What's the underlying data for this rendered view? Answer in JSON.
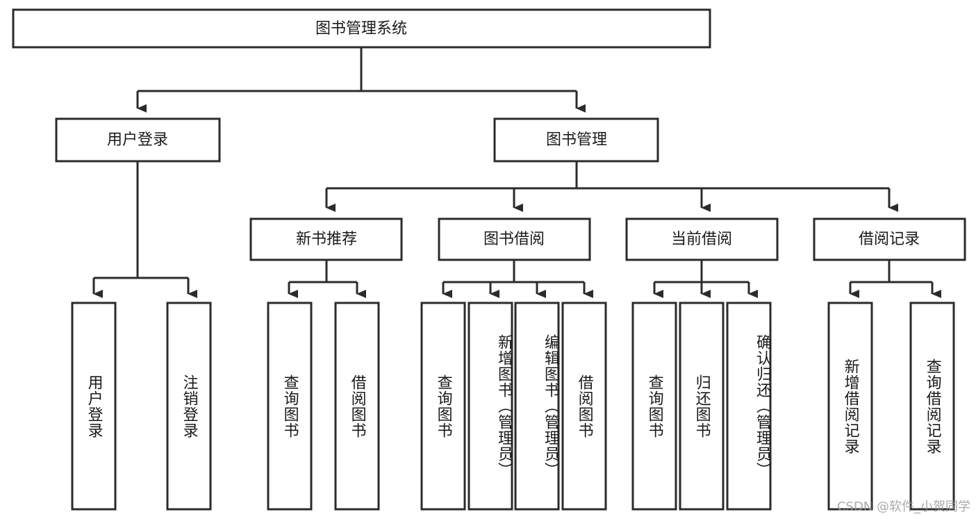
{
  "diagram": {
    "type": "hierarchy-tree",
    "title": "图书管理系统",
    "orientation": "top-down",
    "levels": 4
  },
  "root": {
    "label": "图书管理系统"
  },
  "level2": [
    {
      "label": "用户登录"
    },
    {
      "label": "图书管理"
    }
  ],
  "level3": [
    {
      "label": "新书推荐"
    },
    {
      "label": "图书借阅"
    },
    {
      "label": "当前借阅"
    },
    {
      "label": "借阅记录"
    }
  ],
  "leaves": {
    "user_login": [
      {
        "label": "用户登录"
      },
      {
        "label": "注销登录"
      }
    ],
    "new_book_recommend": [
      {
        "label": "查询图书"
      },
      {
        "label": "借阅图书"
      }
    ],
    "book_borrow": [
      {
        "label": "查询图书"
      },
      {
        "label": "新增图书（管理员）"
      },
      {
        "label": "编辑图书（管理员）"
      },
      {
        "label": "借阅图书"
      }
    ],
    "current_borrow": [
      {
        "label": "查询图书"
      },
      {
        "label": "归还图书"
      },
      {
        "label": "确认归还（管理员）"
      }
    ],
    "borrow_record": [
      {
        "label": "新增借阅记录"
      },
      {
        "label": "查询借阅记录"
      }
    ]
  },
  "watermark": {
    "text": "CSDN @软件_小贺同学"
  },
  "colors": {
    "box_stroke": "#2b2b2b",
    "box_fill": "#ffffff",
    "text": "#1a1a1a",
    "connector": "#2b2b2b",
    "watermark": "#9b9b9b",
    "background": "#ffffff"
  }
}
